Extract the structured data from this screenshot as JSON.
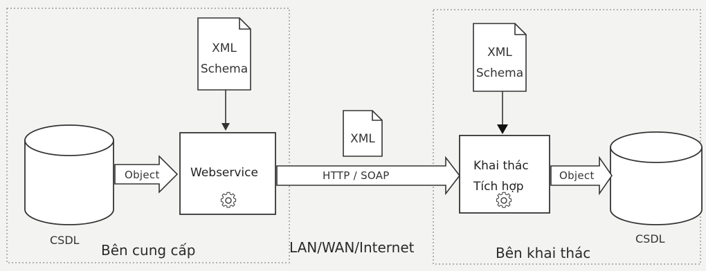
{
  "left_panel": {
    "caption": "Bên cung cấp",
    "database_label": "CSDL",
    "schema_doc": {
      "line1": "XML",
      "line2": "Schema"
    },
    "object_arrow_label": "Object",
    "service_box_label": "Webservice",
    "gear_icon": "gear-icon"
  },
  "middle": {
    "xml_doc_label": "XML",
    "transport_arrow_label": "HTTP / SOAP",
    "network_label": "LAN/WAN/Internet"
  },
  "right_panel": {
    "caption": "Bên khai thác",
    "database_label": "CSDL",
    "schema_doc": {
      "line1": "XML",
      "line2": "Schema"
    },
    "object_arrow_label": "Object",
    "client_box_label_line1": "Khai thác",
    "client_box_label_line2": "Tích hợp",
    "gear_icon": "gear-icon"
  },
  "colors": {
    "background": "#f3f3f1",
    "stroke": "#333333",
    "box_fill": "#ffffff",
    "panel_border": "#9a9a9a"
  }
}
